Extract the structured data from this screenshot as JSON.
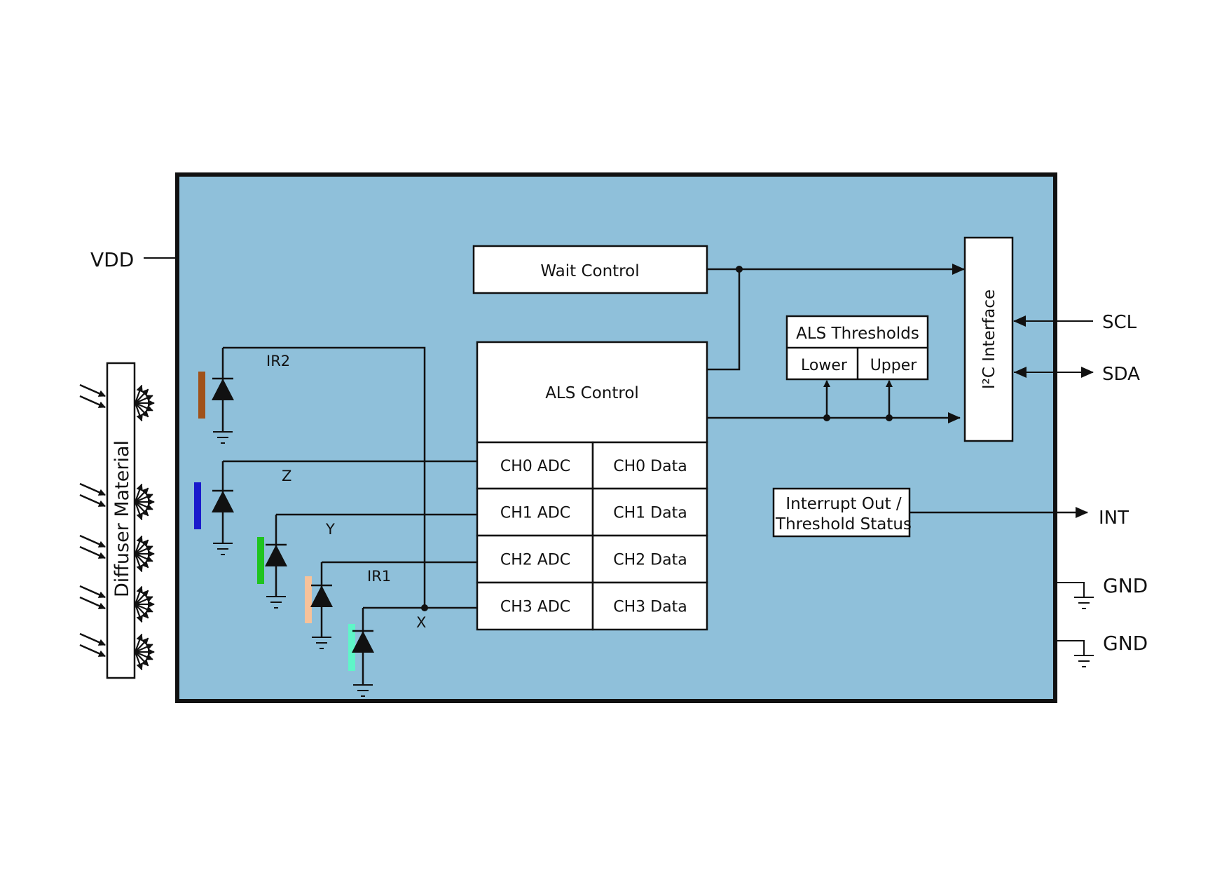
{
  "pins": {
    "vdd": "VDD",
    "scl": "SCL",
    "sda": "SDA",
    "int": "INT",
    "gnd1": "GND",
    "gnd2": "GND"
  },
  "diffuser": {
    "label": "Diffuser Material"
  },
  "blocks": {
    "wait_control": "Wait Control",
    "als_control": "ALS Control",
    "als_thresholds": "ALS Thresholds",
    "lower": "Lower",
    "upper": "Upper",
    "i2c_interface": "I²C Interface",
    "interrupt_line1": "Interrupt Out /",
    "interrupt_line2": "Threshold Status"
  },
  "channels": [
    {
      "adc": "CH0 ADC",
      "data": "CH0 Data"
    },
    {
      "adc": "CH1 ADC",
      "data": "CH1 Data"
    },
    {
      "adc": "CH2 ADC",
      "data": "CH2 Data"
    },
    {
      "adc": "CH3 ADC",
      "data": "CH3 Data"
    }
  ],
  "photodiodes": [
    {
      "label": "IR2",
      "filter_color": "#a0521a"
    },
    {
      "label": "Z",
      "filter_color": "#1a1acc"
    },
    {
      "label": "Y",
      "filter_color": "#1fc41f"
    },
    {
      "label": "IR1",
      "filter_color": "#f7c29a"
    },
    {
      "label": "X",
      "filter_color": "#5ff5c8"
    }
  ],
  "colors": {
    "die_fill": "#8fc0da",
    "die_border": "#111111"
  }
}
